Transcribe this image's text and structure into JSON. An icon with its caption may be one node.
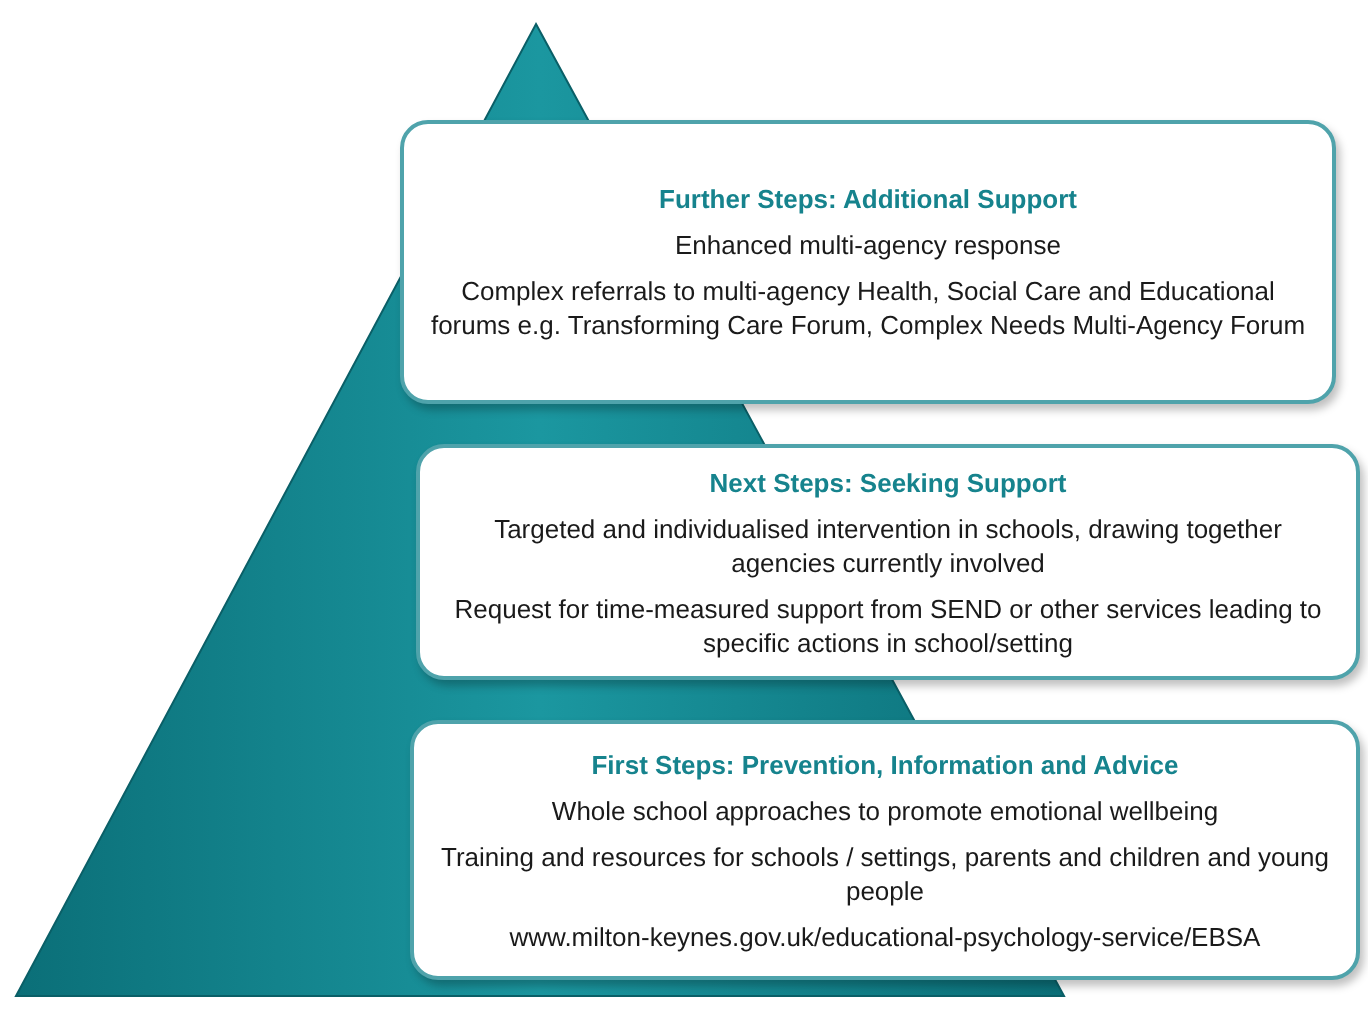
{
  "diagram": {
    "nodes": [
      {
        "text": [
          "Further Steps: Additional Support",
          "Enhanced multi-agency response",
          "Complex referrals to multi-agency Health, Social Care and Educational forums e.g. Transforming Care Forum, Complex Needs Multi-Agency Forum"
        ]
      },
      {
        "text": [
          "Next Steps: Seeking Support",
          "Targeted and individualised intervention in schools, drawing together agencies currently involved",
          "Request for time-measured support from SEND or other services leading to specific actions in school/setting"
        ]
      },
      {
        "text": [
          "First Steps: Prevention, Information and Advice",
          "Whole school approaches to promote emotional wellbeing",
          "Training and resources for schools / settings, parents and children and young people",
          "www.milton-keynes.gov.uk/educational-psychology-service/EBSA"
        ]
      }
    ]
  }
}
